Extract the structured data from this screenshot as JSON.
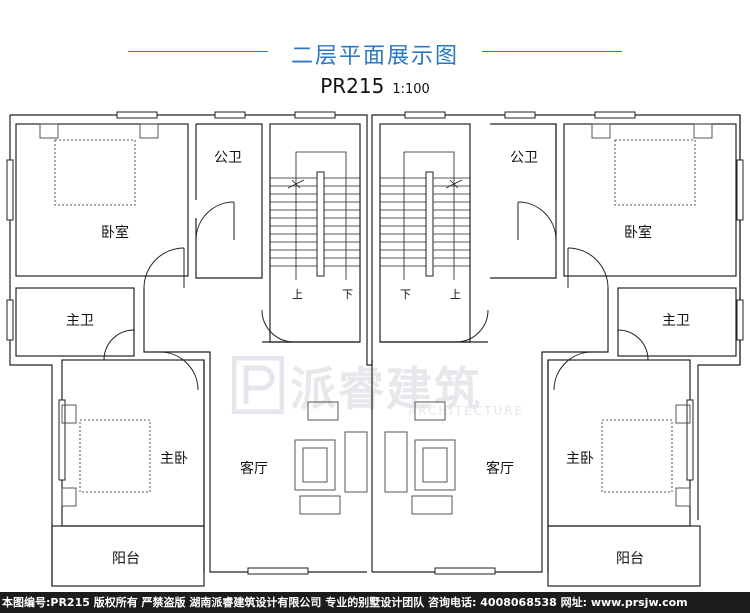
{
  "header": {
    "title": "二层平面展示图",
    "code": "PR215",
    "scale": "1:100"
  },
  "rooms": {
    "bedroom_left": "卧室",
    "bedroom_right": "卧室",
    "public_bath_left": "公卫",
    "public_bath_right": "公卫",
    "master_bath_left": "主卫",
    "master_bath_right": "主卫",
    "master_bedroom_left": "主卧",
    "master_bedroom_right": "主卧",
    "living_left": "客厅",
    "living_right": "客厅",
    "balcony_left": "阳台",
    "balcony_right": "阳台"
  },
  "stairs": {
    "left_up": "上",
    "left_down": "下",
    "right_down": "下",
    "right_up": "上"
  },
  "watermark": {
    "text": "派睿建筑",
    "sub": "ARCHITECTURE"
  },
  "footer": {
    "text": "本图编号:PR215 版权所有 严禁盗版 湖南派睿建筑设计有限公司 专业的别墅设计团队 咨询电话: 4008068538 网址: www.prsjw.com"
  },
  "colors": {
    "title": "#2a78c2",
    "footer_bg": "#1c1c1c"
  }
}
